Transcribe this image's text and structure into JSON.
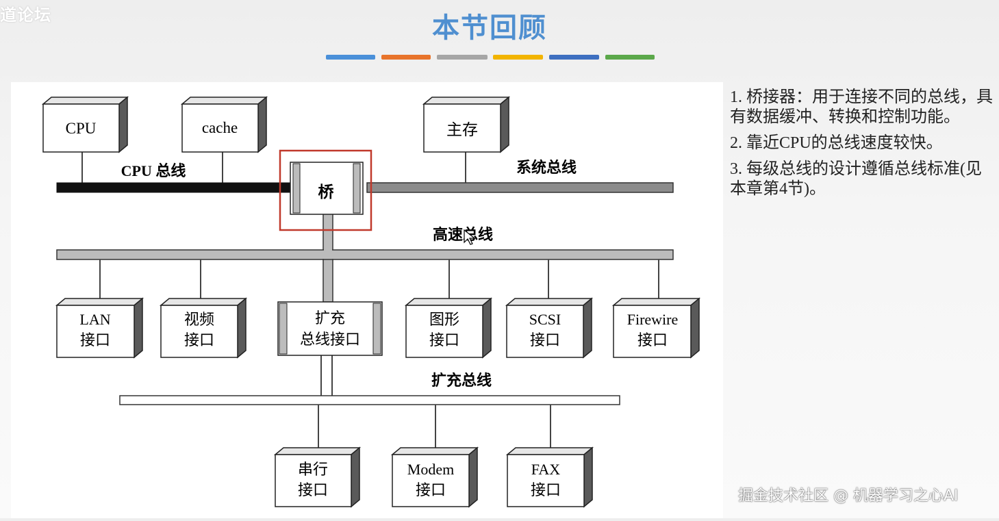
{
  "watermark_top_left": "道论坛",
  "title": "本节回顾",
  "color_bars": [
    "#4a90d9",
    "#e8742b",
    "#a6a6a6",
    "#f2b400",
    "#3e6fc0",
    "#5ba84a"
  ],
  "diagram": {
    "cpu": "CPU",
    "cache": "cache",
    "main_memory": "主存",
    "cpu_bus": "CPU 总线",
    "system_bus": "系统总线",
    "bridge": "桥",
    "high_speed_bus": "高速总线",
    "lan": [
      "LAN",
      "接口"
    ],
    "video": [
      "视频",
      "接口"
    ],
    "expansion_interface": [
      "扩充",
      "总线接口"
    ],
    "graphics": [
      "图形",
      "接口"
    ],
    "scsi": [
      "SCSI",
      "接口"
    ],
    "firewire": [
      "Firewire",
      "接口"
    ],
    "expansion_bus": "扩充总线",
    "serial": [
      "串行",
      "接口"
    ],
    "modem": [
      "Modem",
      "接口"
    ],
    "fax": [
      "FAX",
      "接口"
    ]
  },
  "notes": [
    "1. 桥接器：用于连接不同的总线，具有数据缓冲、转换和控制功能。",
    "2. 靠近CPU的总线速度较快。",
    "3. 每级总线的设计遵循总线标准(见本章第4节)。"
  ],
  "watermark_bottom_right": "掘金技术社区 @ 机器学习之心AI"
}
